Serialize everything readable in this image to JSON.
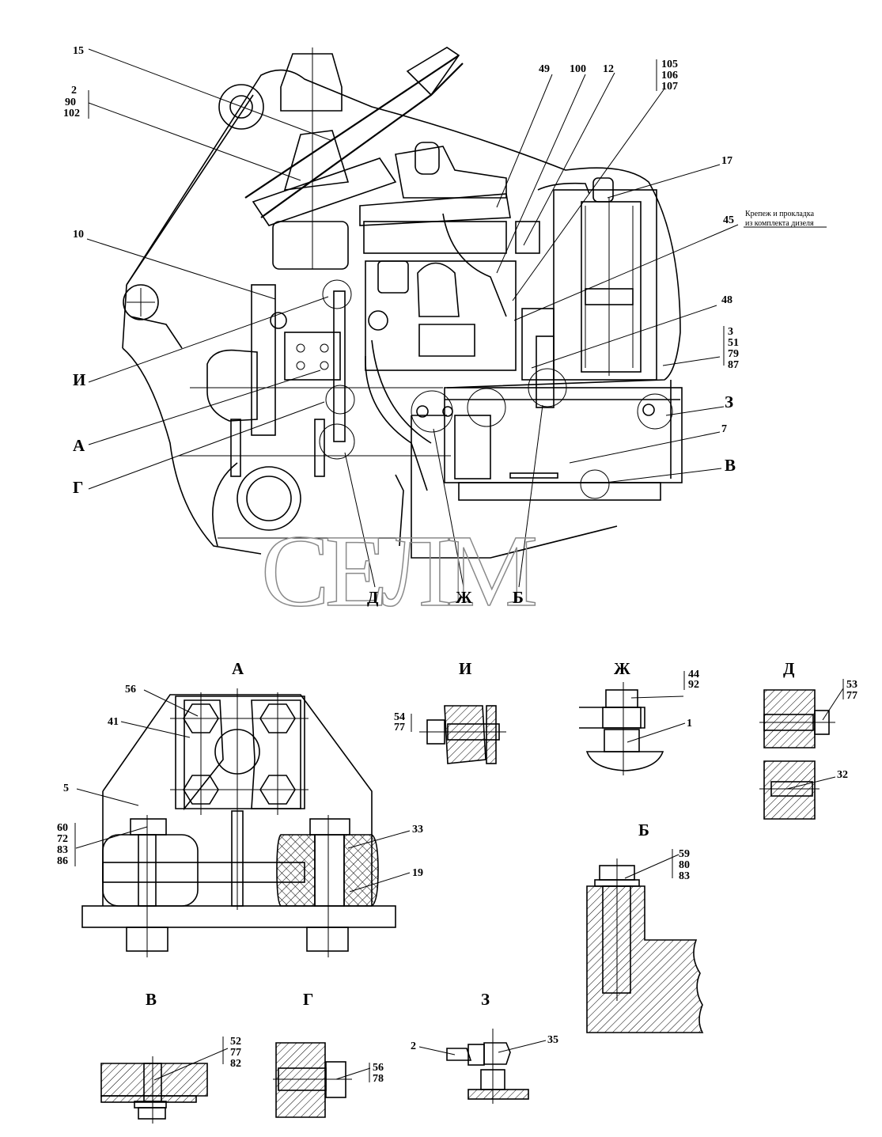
{
  "watermark": "СЕЛМ",
  "main_callouts": {
    "c15": "15",
    "c2_90_102": [
      "2",
      "90",
      "102"
    ],
    "c10": "10",
    "c49": "49",
    "c100": "100",
    "c12": "12",
    "c105_106_107": [
      "105",
      "106",
      "107"
    ],
    "c17": "17",
    "c45": "45",
    "c45_note": [
      "Крепеж и прокладка",
      "из комплекта дизеля"
    ],
    "c48": "48",
    "c3_51_79_87": [
      "3",
      "51",
      "79",
      "87"
    ],
    "c7": "7"
  },
  "view_markers": {
    "I": "И",
    "A": "А",
    "G": "Г",
    "Z": "З",
    "V": "В",
    "D": "Д",
    "Zh": "Ж",
    "B": "Б"
  },
  "detail_views": {
    "A": {
      "title": "А",
      "c56": "56",
      "c41": "41",
      "c5": "5",
      "c60_72_83_86": [
        "60",
        "72",
        "83",
        "86"
      ],
      "c33": "33",
      "c19": "19"
    },
    "I": {
      "title": "И",
      "c54_77": [
        "54",
        "77"
      ]
    },
    "Zh": {
      "title": "Ж",
      "c44_92": [
        "44",
        "92"
      ],
      "c1": "1"
    },
    "D": {
      "title": "Д",
      "c53_77": [
        "53",
        "77"
      ],
      "c32": "32"
    },
    "B": {
      "title": "Б",
      "c59_80_83": [
        "59",
        "80",
        "83"
      ]
    },
    "V": {
      "title": "В",
      "c52_77_82": [
        "52",
        "77",
        "82"
      ]
    },
    "G": {
      "title": "Г",
      "c56_78": [
        "56",
        "78"
      ]
    },
    "Z": {
      "title": "З",
      "c2": "2",
      "c35": "35"
    }
  }
}
